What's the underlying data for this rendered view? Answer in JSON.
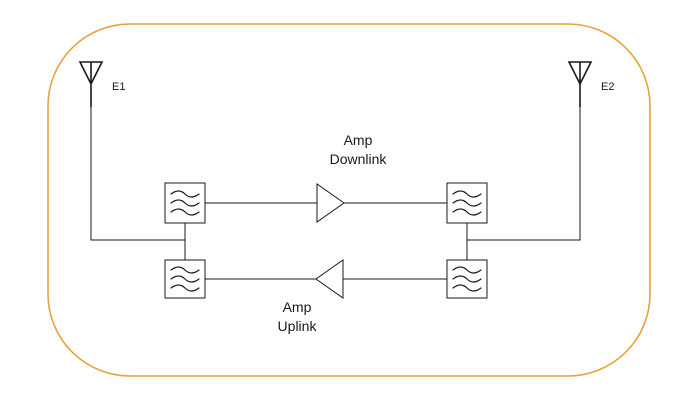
{
  "colors": {
    "boundary": "#e8a23c",
    "line": "#1a1a1a",
    "background": "#ffffff"
  },
  "antennas": {
    "left_label": "E1",
    "right_label": "E2"
  },
  "downlink": {
    "name": "Amp",
    "direction": "Downlink"
  },
  "uplink": {
    "name": "Amp",
    "direction": "Uplink"
  },
  "icons": {
    "antenna": "antenna-icon",
    "filter": "bandpass-filter-icon",
    "amplifier": "amplifier-triangle-icon"
  }
}
